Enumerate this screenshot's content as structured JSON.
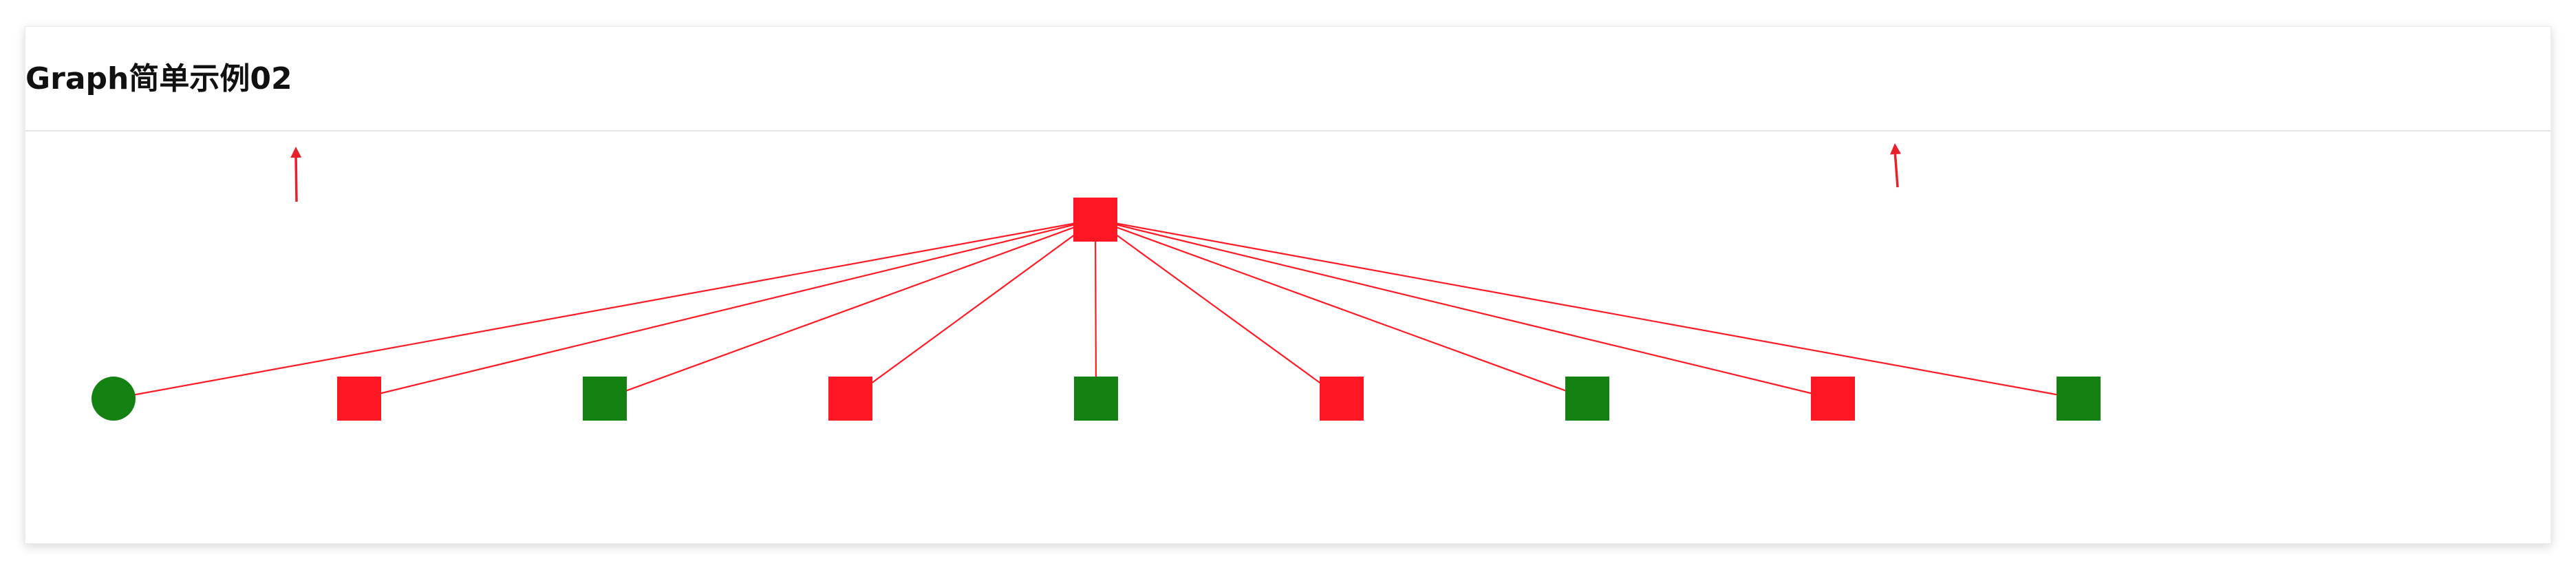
{
  "card": {
    "title": "Graph简单示例02"
  },
  "graph": {
    "root": {
      "shape": "square",
      "color": "red"
    },
    "children": [
      {
        "shape": "circle",
        "color": "green"
      },
      {
        "shape": "square",
        "color": "red"
      },
      {
        "shape": "square",
        "color": "green"
      },
      {
        "shape": "square",
        "color": "red"
      },
      {
        "shape": "square",
        "color": "green"
      },
      {
        "shape": "square",
        "color": "red"
      },
      {
        "shape": "square",
        "color": "green"
      },
      {
        "shape": "square",
        "color": "red"
      },
      {
        "shape": "square",
        "color": "green"
      }
    ],
    "edge_color": "#ff1a25",
    "annotation_arrows": 2
  },
  "colors": {
    "red": "#ff1724",
    "green": "#138213",
    "edge": "#ff1a25",
    "arrow": "#e8202a"
  }
}
